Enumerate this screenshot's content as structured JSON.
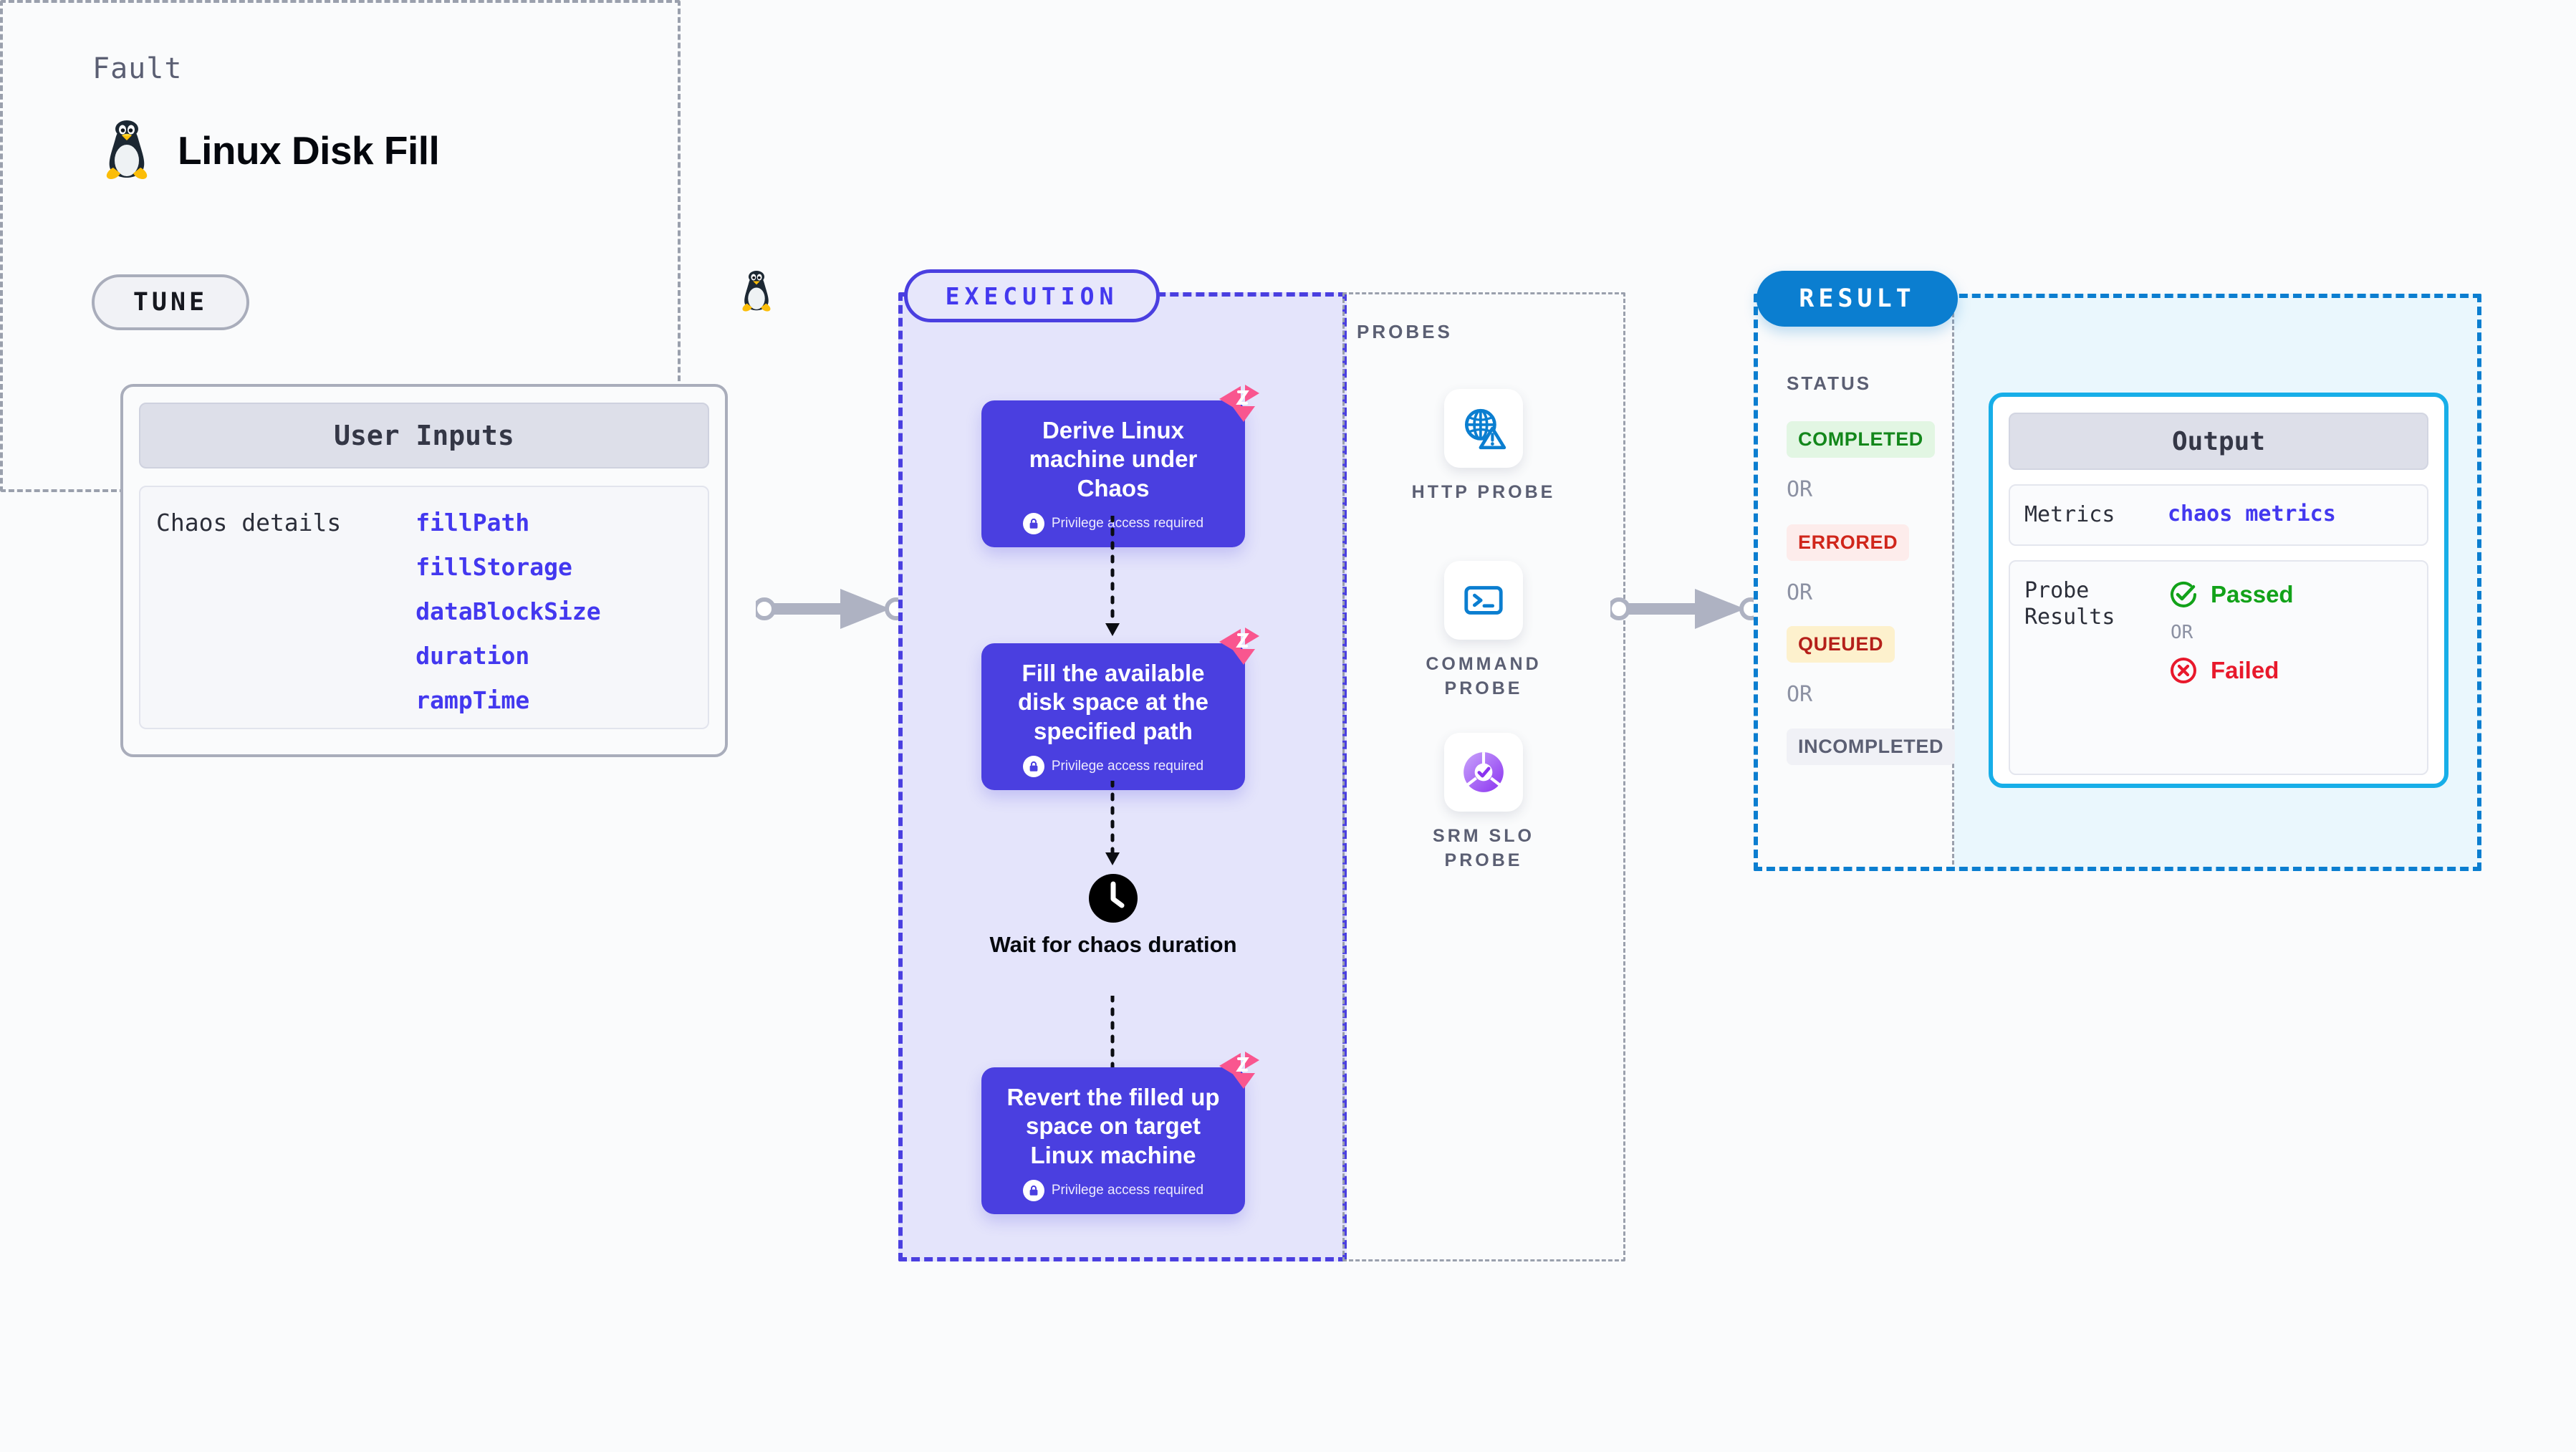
{
  "header": {
    "kicker": "Fault",
    "title": "Linux Disk Fill",
    "icon": "linux-penguin-icon"
  },
  "tune": {
    "badge": "TUNE",
    "card": {
      "header": "User Inputs",
      "row_label": "Chaos details",
      "params": [
        "fillPath",
        "fillStorage",
        "dataBlockSize",
        "duration",
        "rampTime"
      ]
    }
  },
  "execution": {
    "badge": "EXECUTION",
    "blocks": [
      {
        "title": "Derive Linux machine under Chaos",
        "privilege": "Privilege access required",
        "badge_icon": "litmus-fault-icon",
        "lock_icon": "lock-icon"
      },
      {
        "title": "Fill the available disk space at the specified path",
        "privilege": "Privilege access required",
        "badge_icon": "litmus-fault-icon",
        "lock_icon": "lock-icon"
      },
      {
        "title": "Revert the filled up space on target Linux machine",
        "privilege": "Privilege access required",
        "badge_icon": "litmus-fault-icon",
        "lock_icon": "lock-icon"
      }
    ],
    "wait": {
      "label": "Wait for chaos duration",
      "icon": "clock-icon"
    }
  },
  "probes": {
    "label": "PROBES",
    "items": [
      {
        "label": "HTTP PROBE",
        "icon": "globe-warning-icon"
      },
      {
        "label": "COMMAND PROBE",
        "icon": "terminal-icon"
      },
      {
        "label": "SRM SLO PROBE",
        "icon": "slo-donut-check-icon"
      }
    ]
  },
  "result": {
    "badge": "RESULT",
    "status_label": "STATUS",
    "or": "OR",
    "statuses": [
      {
        "text": "COMPLETED",
        "bg": "#e2f6e3",
        "fg": "#13871b"
      },
      {
        "text": "ERRORED",
        "bg": "#fdeceb",
        "fg": "#d0261b"
      },
      {
        "text": "QUEUED",
        "bg": "#fdf1cd",
        "fg": "#b5201a"
      },
      {
        "text": "INCOMPLETED",
        "bg": "#f0f1f6",
        "fg": "#5b5f73"
      }
    ],
    "output": {
      "header": "Output",
      "metrics_key": "Metrics",
      "metrics_value": "chaos metrics",
      "probe_results_key": "Probe\nResults",
      "passed": "Passed",
      "failed": "Failed",
      "or": "OR",
      "passed_icon": "check-circle-icon",
      "failed_icon": "x-circle-icon"
    }
  },
  "colors": {
    "execution_purple": "#4a3fe0",
    "result_blue": "#0b7ed0",
    "output_border": "#17aee8",
    "fault_pink": "#f9568f",
    "param_blue": "#4338ef",
    "connector_gray": "#aeb2c2"
  }
}
